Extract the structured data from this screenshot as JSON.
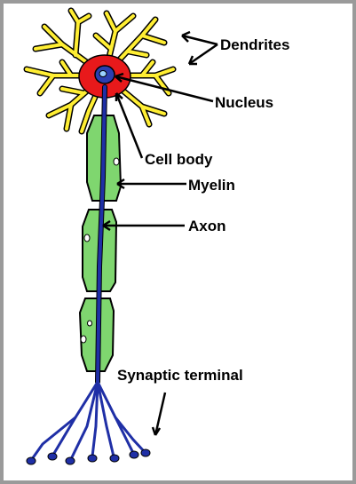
{
  "labels": {
    "dendrites": "Dendrites",
    "nucleus": "Nucleus",
    "cell_body": "Cell body",
    "myelin": "Myelin",
    "axon": "Axon",
    "synaptic_terminal": "Synaptic terminal"
  },
  "colors": {
    "dendrite_yellow": "#ffee33",
    "cell_body_red": "#e8191b",
    "nucleus_blue": "#2a3fb0",
    "axon_blue": "#1f2fa6",
    "myelin_green": "#7fd66f",
    "outline": "#000000",
    "frame": "#9a9a9a"
  }
}
